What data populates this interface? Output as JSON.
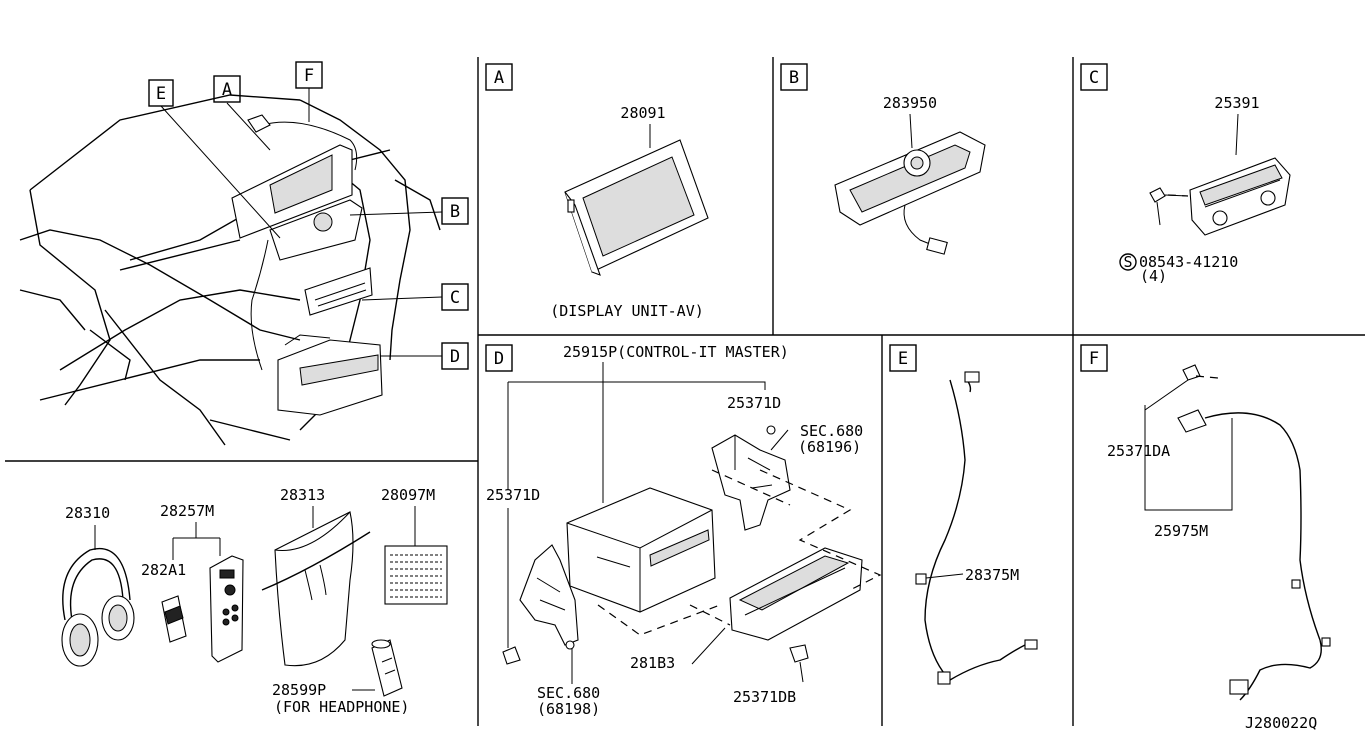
{
  "overview_callouts": {
    "e": "E",
    "a": "A",
    "f": "F",
    "b": "B",
    "c": "C",
    "d": "D"
  },
  "panel_a": {
    "letter": "A",
    "part": "28091",
    "caption": "(DISPLAY UNIT-AV)"
  },
  "panel_b": {
    "letter": "B",
    "part": "283950"
  },
  "panel_c": {
    "letter": "C",
    "part": "25391",
    "screw_symbol": "S",
    "screw": "08543-41210",
    "screw_qty": "(4)"
  },
  "panel_d": {
    "letter": "D",
    "unit": "25915P(CONTROL-IT MASTER)",
    "bracket_screw_top": "25371D",
    "sec_top": "SEC.680",
    "sec_top_ref": "(68196)",
    "bracket_screw_left": "25371D",
    "sec_bottom": "SEC.680",
    "sec_bottom_ref": "(68198)",
    "panel_part": "281B3",
    "screw_bottom": "25371DB"
  },
  "panel_e": {
    "letter": "E",
    "part": "28375M"
  },
  "panel_f": {
    "letter": "F",
    "screw": "25371DA",
    "harness": "25975M"
  },
  "accessories": {
    "headphones": "28310",
    "remote": "28257M",
    "remote_sub": "282A1",
    "pouch": "28313",
    "manual": "28097M",
    "battery": "28599P",
    "battery_note": "(FOR HEADPHONE)"
  },
  "drawing_code": "J280022Q"
}
